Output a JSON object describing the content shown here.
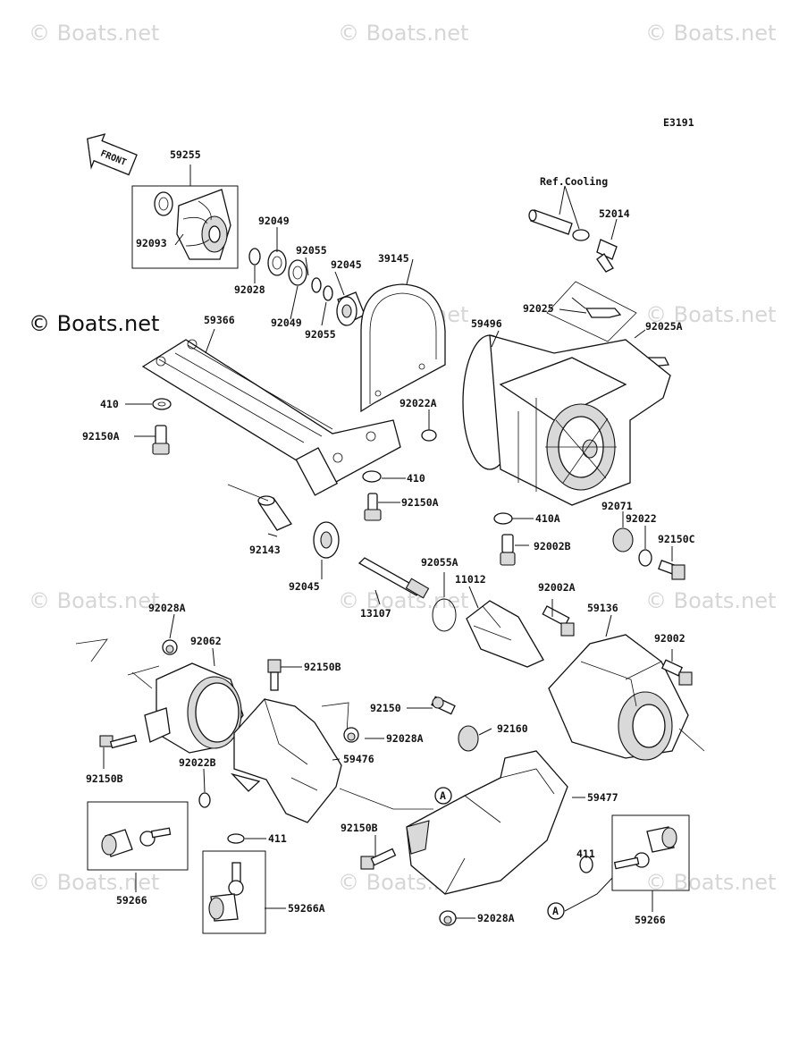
{
  "diagram": {
    "code": "E3191",
    "front_label": "FRONT",
    "ref_note": "Ref.Cooling",
    "watermark": "© Boats.net",
    "watermark_main": "© Boats.net",
    "callouts": [
      "59255",
      "92093",
      "92049",
      "92028",
      "92055",
      "92045",
      "39145",
      "92049",
      "92055",
      "59366",
      "410",
      "92150A",
      "52014",
      "92025",
      "92025A",
      "59496",
      "92022A",
      "410",
      "92150A",
      "92143",
      "92045",
      "13107",
      "92055A",
      "11012",
      "92002B",
      "410A",
      "92071",
      "92022",
      "92150C",
      "92002A",
      "59136",
      "92002",
      "92028A",
      "92062",
      "92150B",
      "92150B",
      "92022B",
      "59266",
      "92150",
      "92028A",
      "92160",
      "59476",
      "411",
      "59477",
      "92150B",
      "59266A",
      "411",
      "92028A",
      "59266"
    ],
    "ref_marks": [
      "A",
      "A"
    ]
  }
}
